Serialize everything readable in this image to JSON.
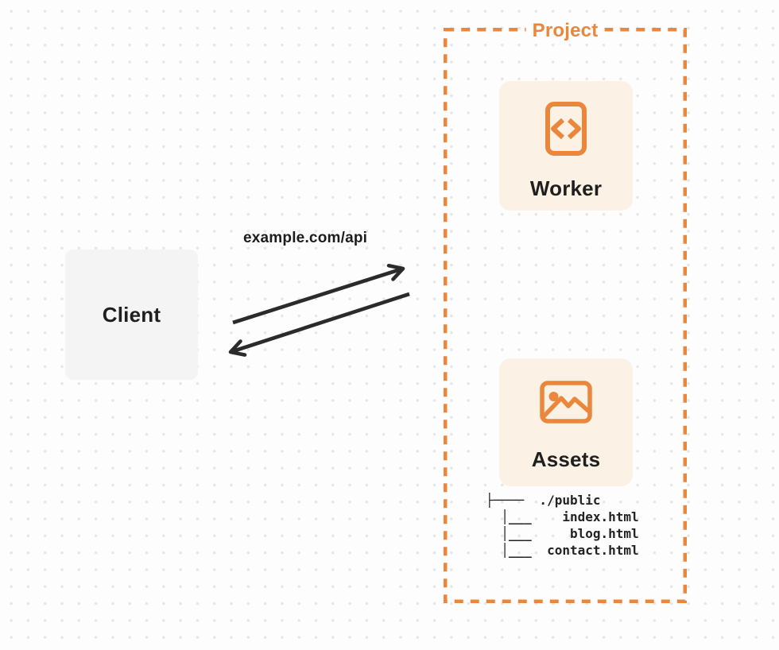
{
  "diagram": {
    "client": {
      "label": "Client"
    },
    "connection": {
      "label": "example.com/api",
      "request_arrow": "client-to-project",
      "response_arrow": "project-to-client"
    },
    "project": {
      "label": "Project",
      "worker": {
        "label": "Worker",
        "icon": "code-file-icon"
      },
      "assets": {
        "label": "Assets",
        "icon": "image-icon"
      }
    },
    "file_tree": {
      "lines": [
        "├────  ./public",
        "  │___    index.html",
        "  │___     blog.html",
        "  │___  contact.html"
      ]
    },
    "colors": {
      "accent": "#EA873C",
      "card_bg": "#FBF2E5",
      "client_bg": "#F4F4F5",
      "ink": "#1F1F1F",
      "arrow": "#2B2B2B",
      "page_bg": "#FDFDFD",
      "dot": "#E6E6E6"
    }
  }
}
